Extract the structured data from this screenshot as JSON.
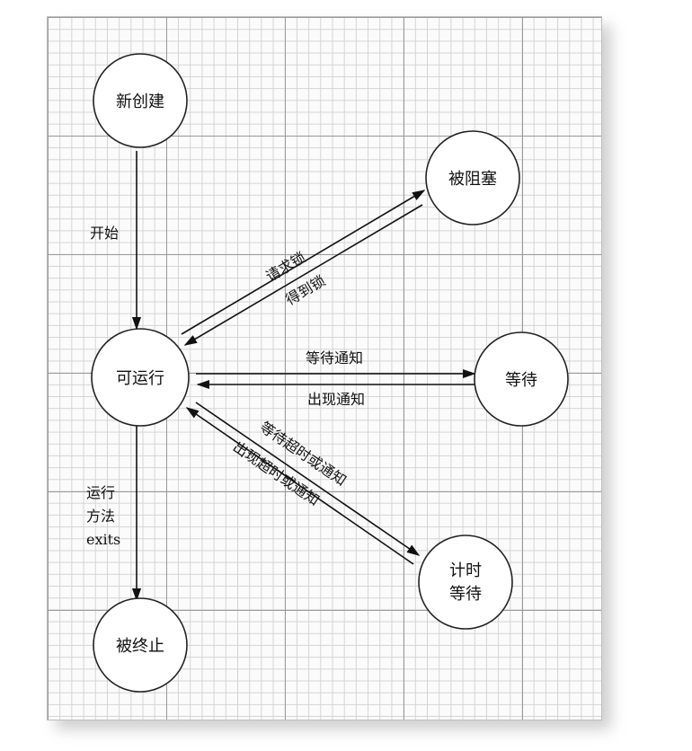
{
  "nodes": {
    "new": "新创建",
    "runnable": "可运行",
    "blocked": "被阻塞",
    "waiting": "等待",
    "timed_waiting_line1": "计时",
    "timed_waiting_line2": "等待",
    "terminated": "被终止"
  },
  "edges": {
    "start": "开始",
    "request_lock": "请求锁",
    "acquire_lock": "得到锁",
    "wait_notify": "等待通知",
    "notify_occurs": "出现通知",
    "wait_timeout_or_notify": "等待超时或通知",
    "timeout_or_notify_occurs": "出现超时或通知",
    "run_exits_line1": "运行",
    "run_exits_line2": "方法",
    "run_exits_line3": "exits"
  },
  "colors": {
    "grid_major": "#9a9a9a",
    "grid_minor": "#d4d4d4",
    "paper": "#fbfbfb",
    "stroke": "#111111"
  }
}
